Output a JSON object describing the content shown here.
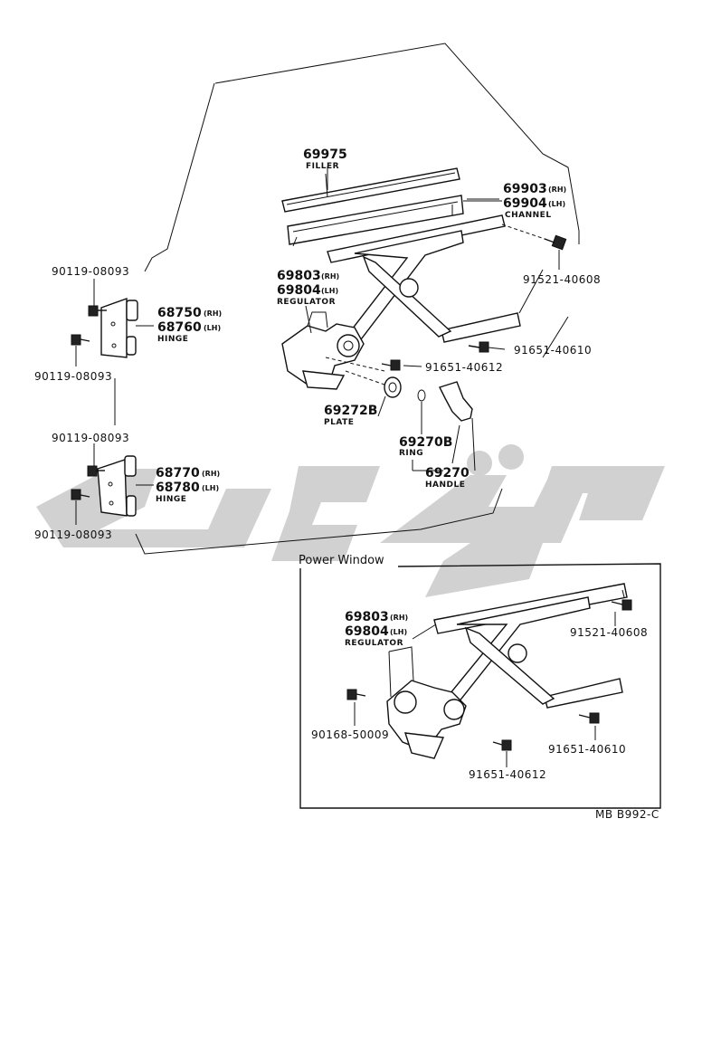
{
  "labels": {
    "filler_part": "69975",
    "filler_name": "FILLER",
    "channel_rh_part": "69903",
    "channel_rh_sfx": "(RH)",
    "channel_lh_part": "69904",
    "channel_lh_sfx": "(LH)",
    "channel_name": "CHANNEL",
    "bolt_91521_top": "91521-40608",
    "bolt_91651_40610_top": "91651-40610",
    "bolt_91651_40612_top": "91651-40612",
    "reg_rh_part": "69803",
    "reg_rh_sfx": "(RH)",
    "reg_lh_part": "69804",
    "reg_lh_sfx": "(LH)",
    "reg_name": "REGULATOR",
    "plate_part": "69272B",
    "plate_name": "PLATE",
    "ring_part": "69270B",
    "ring_name": "RING",
    "handle_part": "69270",
    "handle_name": "HANDLE",
    "bolt_90119_a": "90119-08093",
    "bolt_90119_b": "90119-08093",
    "bolt_90119_c": "90119-08093",
    "bolt_90119_d": "90119-08093",
    "upper_hinge_rh_part": "68750",
    "upper_hinge_rh_sfx": "(RH)",
    "upper_hinge_lh_part": "68760",
    "upper_hinge_lh_sfx": "(LH)",
    "upper_hinge_name": "HINGE",
    "lower_hinge_rh_part": "68770",
    "lower_hinge_rh_sfx": "(RH)",
    "lower_hinge_lh_part": "68780",
    "lower_hinge_lh_sfx": "(LH)",
    "lower_hinge_name": "HINGE"
  },
  "power_window": {
    "title": "Power Window",
    "reg_rh_part": "69803",
    "reg_rh_sfx": "(RH)",
    "reg_lh_part": "69804",
    "reg_lh_sfx": "(LH)",
    "reg_name": "REGULATOR",
    "bolt_91521": "91521-40608",
    "bolt_90168": "90168-50009",
    "bolt_91651_40610": "91651-40610",
    "bolt_91651_40612": "91651-40612"
  },
  "diagram_ref": "MB  B992-C",
  "colors": {
    "line": "#111111",
    "watermark": "#c9c9c9",
    "background": "#ffffff"
  }
}
